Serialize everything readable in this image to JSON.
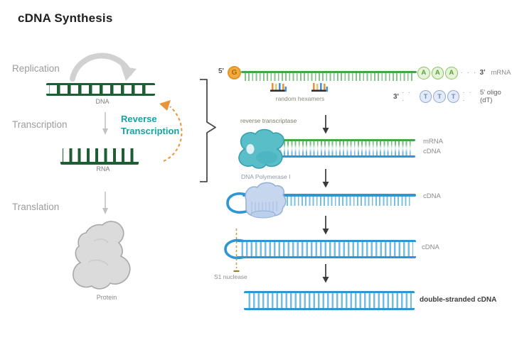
{
  "title": "cDNA Synthesis",
  "left": {
    "replication": "Replication",
    "dna": "DNA",
    "transcription": "Transcription",
    "reverse_transcription": {
      "line1": "Reverse",
      "line2": "Transcription"
    },
    "rna": "RNA",
    "translation": "Translation",
    "protein": "Protein"
  },
  "right": {
    "mrna_row": {
      "five_prime": "5'",
      "cap": "G",
      "poly_a": [
        "A",
        "A",
        "A"
      ],
      "dots": "· · ·",
      "three_prime": "3'",
      "label": "mRNA",
      "hexamers_label": "random hexamers"
    },
    "oligo_row": {
      "three_prime": "3'",
      "dots": "· · ·",
      "poly_t": [
        "T",
        "T",
        "T"
      ],
      "label": "5' oligo (dT)"
    },
    "step1": {
      "enzyme": "reverse transcriptase",
      "label_top": "mRNA",
      "label_bottom": "cDNA"
    },
    "step2": {
      "enzyme": "DNA Polymerase I",
      "label": "cDNA"
    },
    "step3": {
      "enzyme": "S1 nuclease",
      "label": "cDNA"
    },
    "step4": {
      "label": "double-stranded cDNA"
    }
  },
  "colors": {
    "mrna_green": "#43a64b",
    "cdna_blue": "#2e96d3",
    "dark_green": "#1d5e35",
    "teal_text": "#14a3a3",
    "cap_orange": "#f4aa3e",
    "dashed_arrow_orange": "#e8953a",
    "gray_label": "#9c9c9c",
    "enzyme_teal": "#5abec9",
    "enzyme_blue": "#c6d6ee"
  }
}
